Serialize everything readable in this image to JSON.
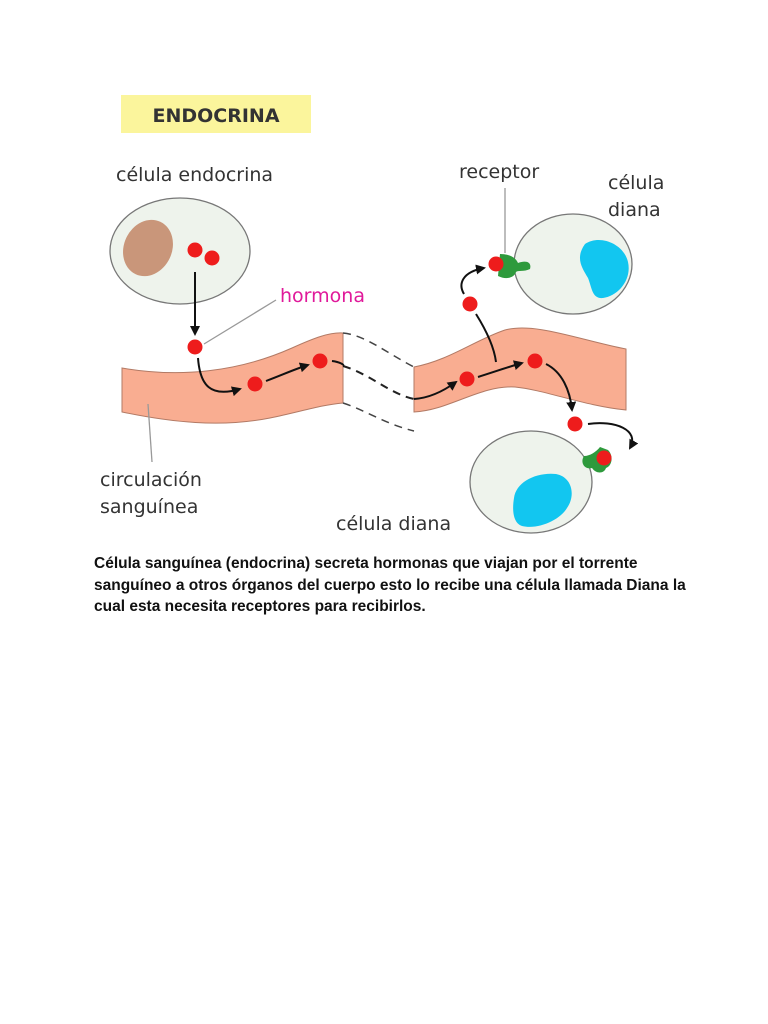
{
  "diagram": {
    "title": "ENDOCRINA",
    "labels": {
      "endocrine_cell": "célula endocrina",
      "hormone": "hormona",
      "receptor": "receptor",
      "target_cell_top_line1": "célula",
      "target_cell_top_line2": "diana",
      "blood_line1": "circulación",
      "blood_line2": "sanguínea",
      "target_cell_bottom": "célula diana"
    },
    "colors": {
      "title_background": "#fbf59c",
      "cell_fill": "#eef3ec",
      "nucleus_endocrine": "#c9967a",
      "nucleus_target": "#12c6f0",
      "hormone": "#ee1c1c",
      "receptor": "#2e9a3c",
      "vessel": "#f9ad91",
      "hormone_label": "#e0199a"
    }
  },
  "caption": "Célula sanguínea (endocrina) secreta hormonas que viajan por el torrente sanguíneo a otros órganos del cuerpo esto lo recibe una célula llamada Diana la cual esta necesita receptores para recibirlos."
}
